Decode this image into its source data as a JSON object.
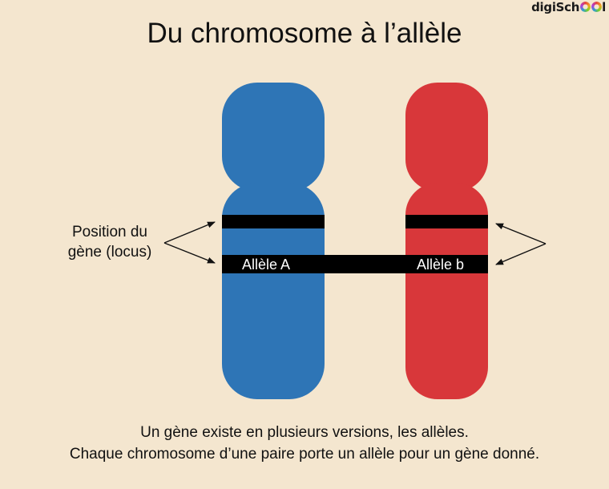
{
  "logo": {
    "prefix": "digiSch",
    "suffix": "l"
  },
  "title": "Du chromosome à l’allèle",
  "colors": {
    "background": "#f4e6cf",
    "chromosome_1": "#2e75b6",
    "chromosome_2": "#d8373a",
    "band": "#000000"
  },
  "side_label": {
    "line1": "Position du",
    "line2": "gène (locus)"
  },
  "chromosomes": [
    {
      "name": "chromosome-blue",
      "allele_label": "Allèle A"
    },
    {
      "name": "chromosome-red",
      "allele_label": "Allèle b"
    }
  ],
  "caption": {
    "line1": "Un gène existe en plusieurs versions, les allèles.",
    "line2": "Chaque chromosome d’une paire porte un allèle pour un gène donné."
  }
}
